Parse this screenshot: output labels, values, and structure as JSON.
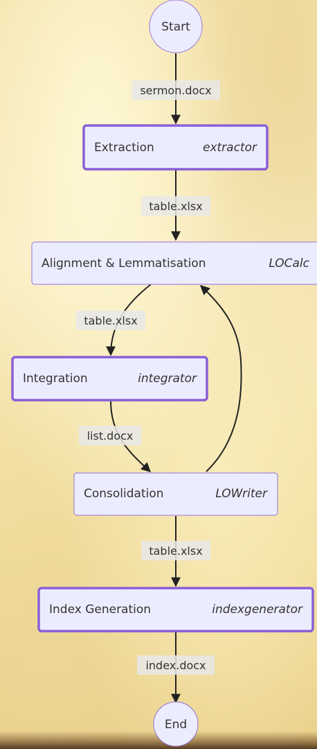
{
  "nodes": {
    "start": "Start",
    "end": "End",
    "extraction": {
      "name": "Extraction",
      "tool": "extractor"
    },
    "alignment": {
      "name": "Alignment & Lemmatisation",
      "tool": "LOCalc"
    },
    "integration": {
      "name": "Integration",
      "tool": "integrator"
    },
    "consolidation": {
      "name": "Consolidation",
      "tool": "LOWriter"
    },
    "index_generation": {
      "name": "Index Generation",
      "tool": "indexgenerator"
    }
  },
  "edges": {
    "start_extraction": "sermon.docx",
    "extraction_alignment": "table.xlsx",
    "alignment_integration": "table.xlsx",
    "integration_consolidation": "list.docx",
    "consolidation_index": "table.xlsx",
    "index_end": "index.docx"
  },
  "colors": {
    "node_fill": "#ececff",
    "node_stroke": "#9370db",
    "edge": "#222222",
    "label_bg": "#e8e8e8"
  }
}
